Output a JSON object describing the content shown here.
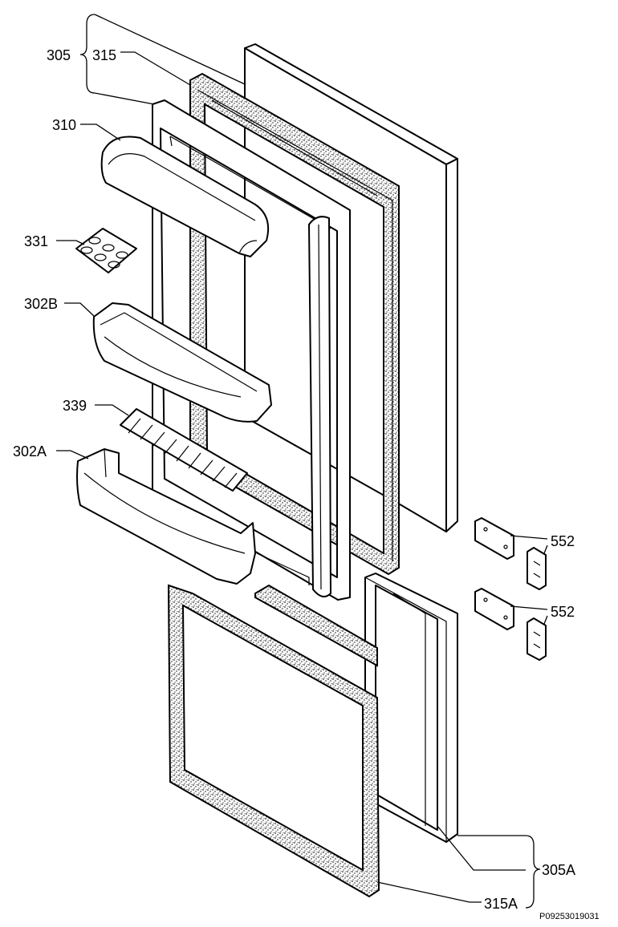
{
  "diagram": {
    "labels": {
      "l305": "305",
      "l315": "315",
      "l310": "310",
      "l331": "331",
      "l302b": "302B",
      "l339": "339",
      "l302a": "302A",
      "l552a": "552",
      "l552b": "552",
      "l305a": "305A",
      "l315a": "315A"
    },
    "reference_code": "P09253019031"
  }
}
